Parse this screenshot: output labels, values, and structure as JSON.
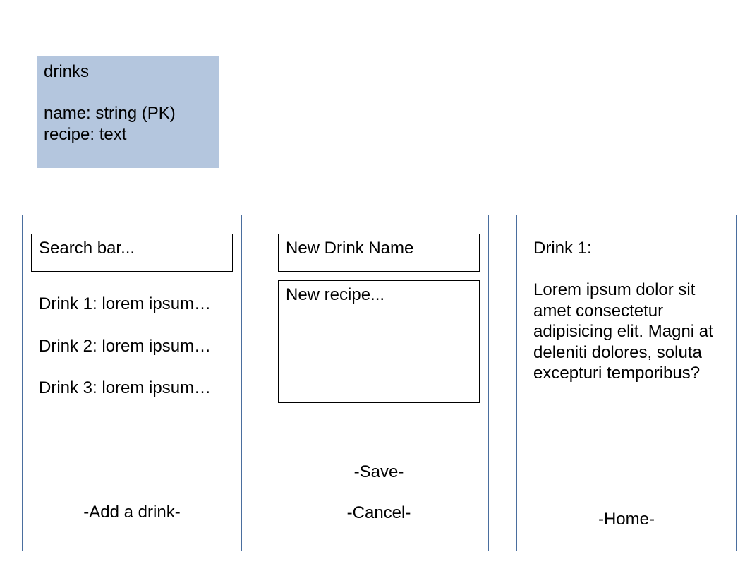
{
  "schema": {
    "title": "drinks",
    "fields": [
      "name: string (PK)",
      "recipe: text"
    ]
  },
  "list_screen": {
    "search_placeholder": "Search bar...",
    "items": [
      "Drink 1: lorem ipsum…",
      "Drink 2: lorem ipsum…",
      "Drink 3: lorem ipsum…"
    ],
    "add_label": "-Add a drink-"
  },
  "form_screen": {
    "name_placeholder": "New Drink Name",
    "recipe_placeholder": "New recipe...",
    "save_label": "-Save-",
    "cancel_label": "-Cancel-"
  },
  "detail_screen": {
    "title": "Drink 1:",
    "body": "Lorem ipsum dolor sit amet consectetur adipisicing elit. Magni at deleniti dolores, soluta excepturi temporibus?",
    "home_label": "-Home-"
  },
  "colors": {
    "schema_fill": "#b4c6de",
    "panel_border": "#4a6e9e",
    "field_border": "#000000"
  }
}
